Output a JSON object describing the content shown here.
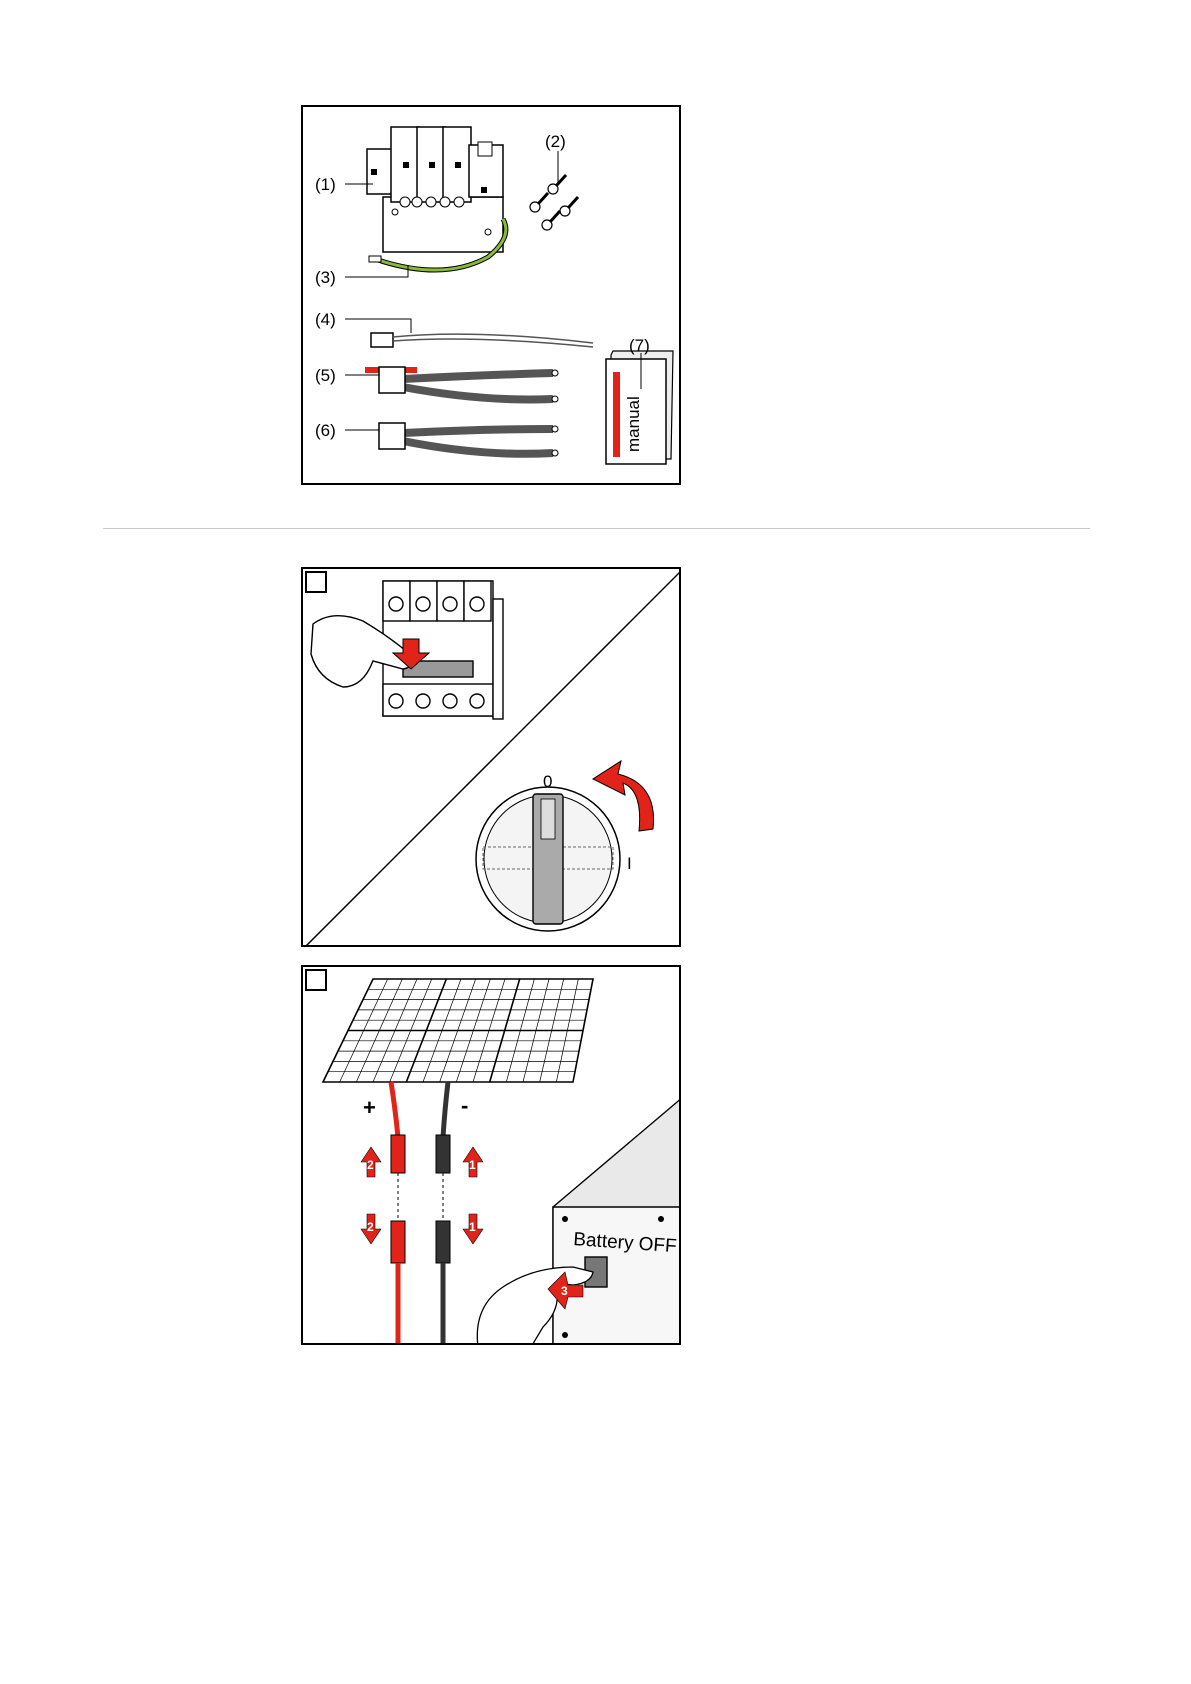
{
  "contents": {
    "labels": {
      "item1": "(1)",
      "item2": "(2)",
      "item3": "(3)",
      "item4": "(4)",
      "item5": "(5)",
      "item6": "(6)",
      "item7": "(7)"
    },
    "manual_text": "manual"
  },
  "step1": {
    "switch_positions": {
      "off": "0",
      "on": "I"
    }
  },
  "step2": {
    "polarity": {
      "plus": "+",
      "minus": "-"
    },
    "device_label": "Battery OFF",
    "badges": {
      "b2_top": "2",
      "b1_top": "1",
      "b2_bottom": "2",
      "b1_bottom": "1",
      "b3": "3"
    }
  },
  "colors": {
    "accent_red": "#e2231a",
    "cable_grey": "#666666",
    "ground_green": "#8ab83a"
  }
}
